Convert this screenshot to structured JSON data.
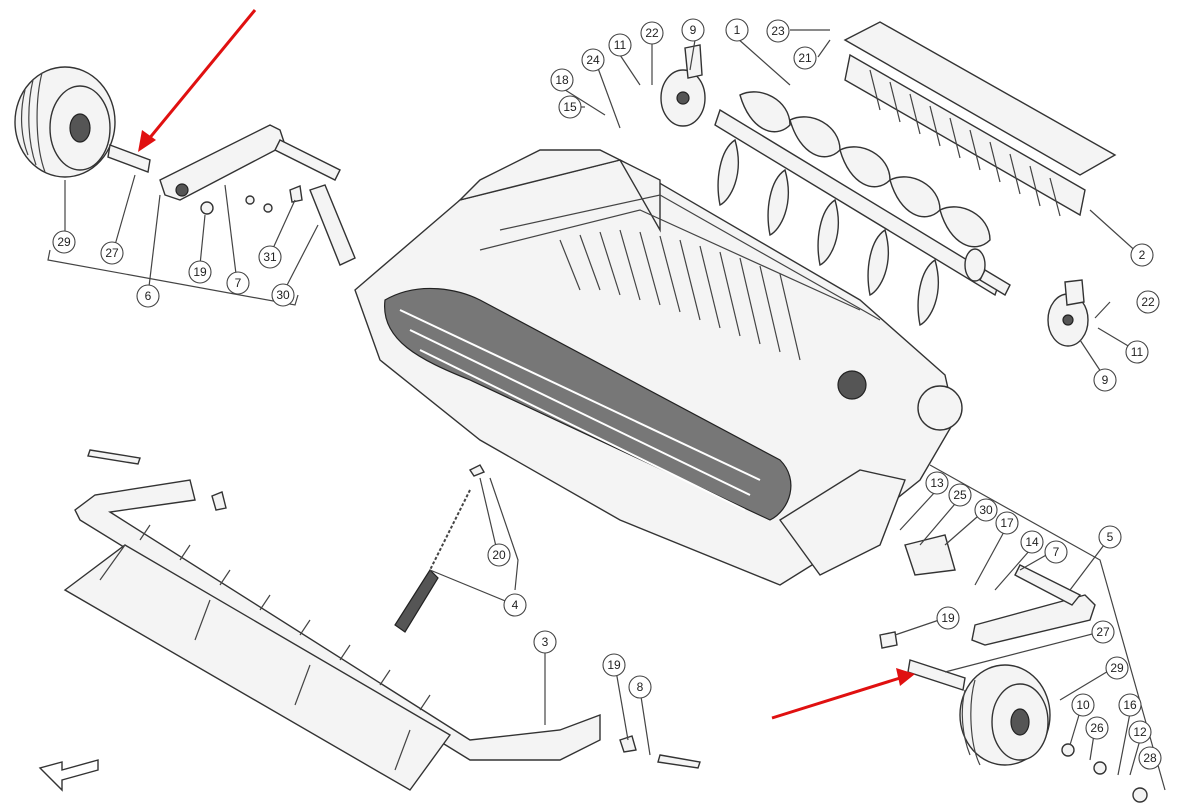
{
  "diagram": {
    "callouts": [
      "1",
      "2",
      "9",
      "9",
      "11",
      "11",
      "12",
      "13",
      "14",
      "15",
      "16",
      "17",
      "18",
      "19",
      "19",
      "19",
      "20",
      "21",
      "22",
      "22",
      "23",
      "24",
      "25",
      "26",
      "27",
      "27",
      "28",
      "29",
      "29",
      "30",
      "30",
      "31",
      "3",
      "4",
      "5",
      "6",
      "7",
      "7",
      "8",
      "10"
    ],
    "highlight_color": "#e01010",
    "line_color": "#444444"
  }
}
